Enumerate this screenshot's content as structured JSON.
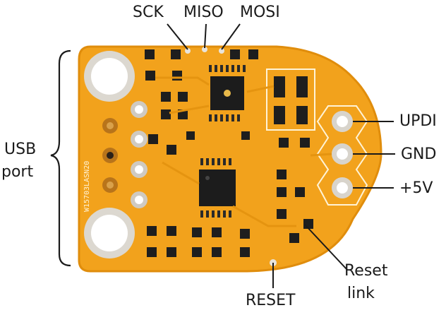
{
  "labels": {
    "sck": "SCK",
    "miso": "MISO",
    "mosi": "MOSI",
    "usb_line1": "USB",
    "usb_line2": "port",
    "updi": "UPDI",
    "gnd": "GND",
    "plus5v": "+5V",
    "reset": "RESET",
    "reset_link_line1": "Reset",
    "reset_link_line2": "link"
  },
  "board_text": "W15703LASN20",
  "colors": {
    "board": "#f2a21c",
    "board_edge": "#e08d0c",
    "silk": "#fff3d6",
    "pad_dark": "#202020",
    "copper_ring": "#d8d4cc",
    "text": "#1a1a1a"
  }
}
